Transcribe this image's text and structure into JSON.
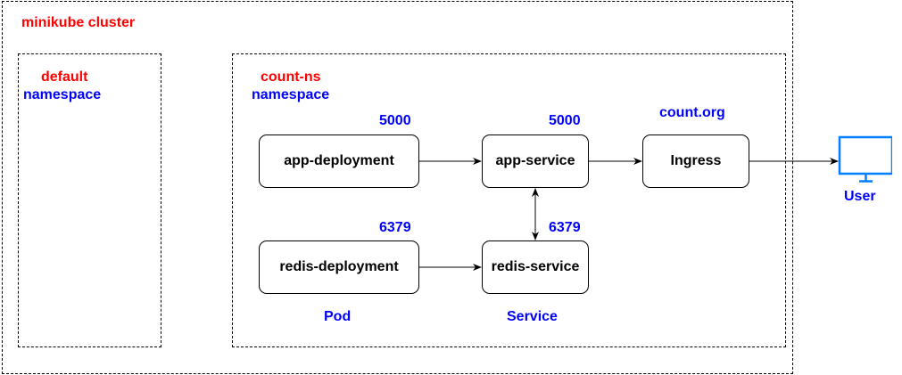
{
  "cluster": {
    "label": "minikube cluster"
  },
  "namespaces": {
    "default": {
      "name": "default",
      "suffix": "namespace"
    },
    "count_ns": {
      "name": "count-ns",
      "suffix": "namespace"
    }
  },
  "nodes": {
    "app_deployment": "app-deployment",
    "app_service": "app-service",
    "ingress": "Ingress",
    "redis_deployment": "redis-deployment",
    "redis_service": "redis-service"
  },
  "ports": {
    "app_deployment": "5000",
    "app_service": "5000",
    "redis_deployment": "6379",
    "redis_service": "6379"
  },
  "host": "count.org",
  "columns": {
    "pod": "Pod",
    "service": "Service"
  },
  "user": {
    "label": "User"
  },
  "colors": {
    "red": "#ff0000",
    "blue": "#0000ff",
    "icon": "#007fff"
  }
}
